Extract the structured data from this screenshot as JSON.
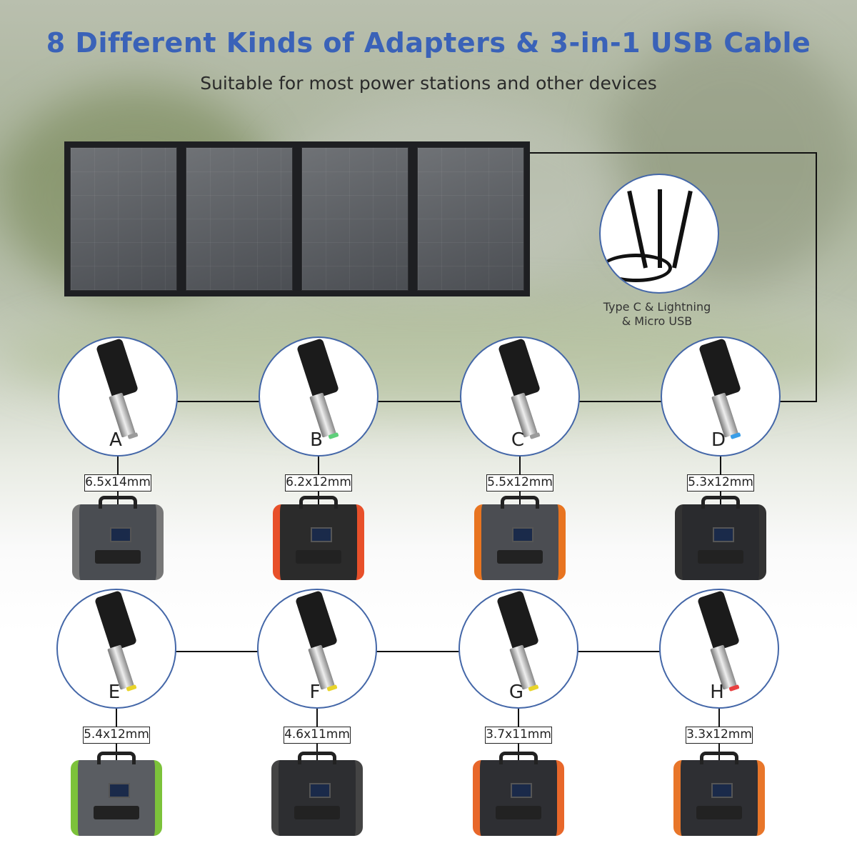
{
  "header": {
    "title": "8 Different Kinds of Adapters & 3-in-1 USB Cable",
    "subtitle": "Suitable for most power stations and other devices"
  },
  "cable": {
    "caption_line1": "Type C & Lightning",
    "caption_line2": "& Micro USB"
  },
  "colors": {
    "title": "#3a62b8",
    "circle_border": "#4467a8"
  },
  "adapters": [
    {
      "letter": "A",
      "size": "6.5x14mm",
      "tip_color": "#9a9a9a",
      "device_color": "#4a4d52",
      "accent": "#777"
    },
    {
      "letter": "B",
      "size": "6.2x12mm",
      "tip_color": "#5fcf7a",
      "device_color": "#2b2b2b",
      "accent": "#e8502a"
    },
    {
      "letter": "C",
      "size": "5.5x12mm",
      "tip_color": "#9a9a9a",
      "device_color": "#4b4d52",
      "accent": "#e87420"
    },
    {
      "letter": "D",
      "size": "5.3x12mm",
      "tip_color": "#3a9ee8",
      "device_color": "#2a2b2e",
      "accent": "#333"
    },
    {
      "letter": "E",
      "size": "5.4x12mm",
      "tip_color": "#e8d42a",
      "device_color": "#5a5d62",
      "accent": "#7cc23a"
    },
    {
      "letter": "F",
      "size": "4.6x11mm",
      "tip_color": "#e8d42a",
      "device_color": "#2d2e31",
      "accent": "#444"
    },
    {
      "letter": "G",
      "size": "3.7x11mm",
      "tip_color": "#e8d42a",
      "device_color": "#2e2f33",
      "accent": "#e8672a"
    },
    {
      "letter": "H",
      "size": "3.3x12mm",
      "tip_color": "#e84040",
      "device_color": "#2e2f33",
      "accent": "#e8762a"
    }
  ]
}
